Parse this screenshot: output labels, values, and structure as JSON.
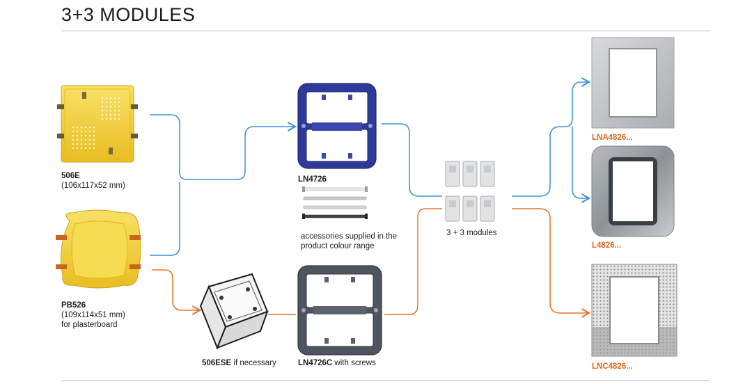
{
  "title": "3+3 MODULES",
  "products": {
    "box_506e": {
      "code": "506E",
      "dims": "(106x117x52 mm)"
    },
    "box_pb526": {
      "code": "PB526",
      "dims": "(109x114x51 mm)",
      "note": "for plasterboard"
    },
    "frame_ln4726": {
      "code": "LN4726"
    },
    "accessories": {
      "line1": "accessories supplied in the",
      "line2": "product colour range"
    },
    "adapter_506ese": {
      "code": "506ESE",
      "note": "if necessary"
    },
    "frame_ln4726c": {
      "code": "LN4726C",
      "note": "with screws"
    },
    "modules": {
      "label": "3 + 3 modules"
    },
    "plate_lna4826": {
      "code": "LNA4826..."
    },
    "plate_l4826": {
      "code": "L4826..."
    },
    "plate_lnc4826": {
      "code": "LNC4826..."
    }
  },
  "colors": {
    "blue_line": "#3d8fd6",
    "orange_line": "#e8732a",
    "yellow_box": "#f4d23a",
    "blue_frame": "#2d3a9a",
    "grey_frame": "#4e5560",
    "orange_text": "#e0661c"
  }
}
